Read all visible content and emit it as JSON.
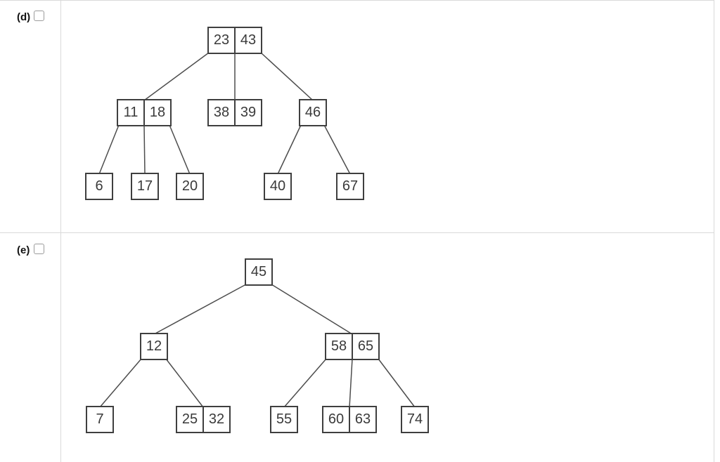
{
  "colors": {
    "node_border": "#3f3f3f",
    "node_text": "#3a3a3a",
    "edge_line": "#4d4d4d",
    "grid_line": "#d9d9d9",
    "checkbox_border": "#9b9b9b"
  },
  "options": [
    {
      "label": "(d)",
      "checkbox": {
        "checked": false
      },
      "tree": {
        "nodes": [
          {
            "keys": [
              "23",
              "43"
            ]
          },
          {
            "keys": [
              "11",
              "18"
            ]
          },
          {
            "keys": [
              "38",
              "39"
            ]
          },
          {
            "keys": [
              "46"
            ]
          },
          {
            "keys": [
              "6"
            ]
          },
          {
            "keys": [
              "17"
            ]
          },
          {
            "keys": [
              "20"
            ]
          },
          {
            "keys": [
              "40"
            ]
          },
          {
            "keys": [
              "67"
            ]
          }
        ],
        "edges": [
          [
            0,
            1
          ],
          [
            0,
            2
          ],
          [
            0,
            3
          ],
          [
            1,
            4
          ],
          [
            1,
            5
          ],
          [
            1,
            6
          ],
          [
            3,
            7
          ],
          [
            3,
            8
          ]
        ]
      }
    },
    {
      "label": "(e)",
      "checkbox": {
        "checked": false
      },
      "tree": {
        "nodes": [
          {
            "keys": [
              "45"
            ]
          },
          {
            "keys": [
              "12"
            ]
          },
          {
            "keys": [
              "58",
              "65"
            ]
          },
          {
            "keys": [
              "7"
            ]
          },
          {
            "keys": [
              "25",
              "32"
            ]
          },
          {
            "keys": [
              "55"
            ]
          },
          {
            "keys": [
              "60",
              "63"
            ]
          },
          {
            "keys": [
              "74"
            ]
          }
        ],
        "edges": [
          [
            0,
            1
          ],
          [
            0,
            2
          ],
          [
            1,
            3
          ],
          [
            1,
            4
          ],
          [
            2,
            5
          ],
          [
            2,
            6
          ],
          [
            2,
            7
          ]
        ]
      }
    }
  ]
}
